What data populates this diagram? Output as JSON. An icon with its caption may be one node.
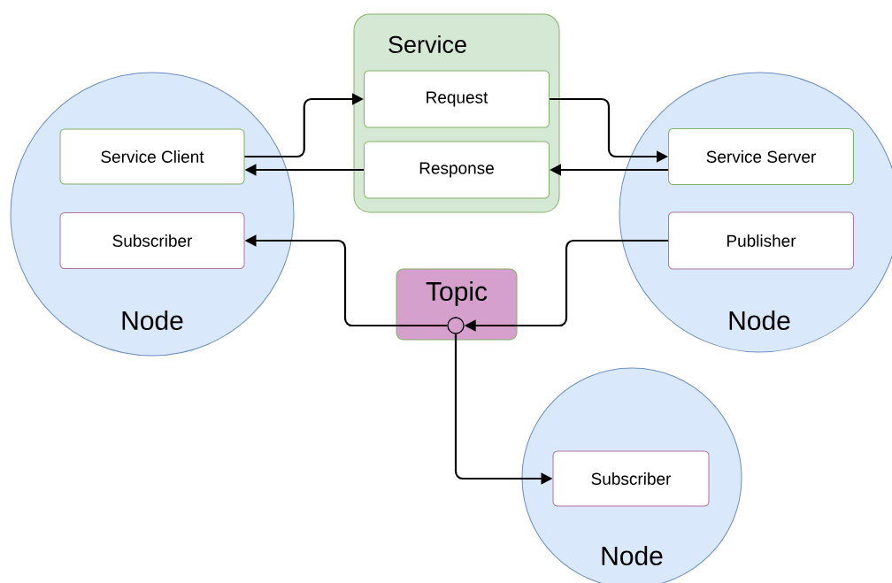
{
  "diagram": {
    "nodes": [
      {
        "text": [
          "Node"
        ]
      },
      {
        "text": [
          "Service Client"
        ],
        "in": 0
      },
      {
        "text": [
          "Subscriber"
        ],
        "in": 0
      },
      {
        "text": [
          "Service"
        ]
      },
      {
        "text": [
          "Request"
        ],
        "in": 3
      },
      {
        "text": [
          "Response"
        ],
        "in": 3
      },
      {
        "text": [
          "Node"
        ]
      },
      {
        "text": [
          "Service Server"
        ],
        "in": 6
      },
      {
        "text": [
          "Publisher"
        ],
        "in": 6
      },
      {
        "text": [
          "Topic"
        ]
      },
      {
        "text": [],
        "shape": "circle",
        "in": 9
      },
      {
        "text": [
          "Node"
        ]
      },
      {
        "text": [
          "Subscriber"
        ],
        "in": 11
      }
    ],
    "edges": [
      {
        "from": 1,
        "to": 4,
        "arrow": "to"
      },
      {
        "from": 4,
        "to": 7,
        "arrow": "to"
      },
      {
        "from": 7,
        "to": 5,
        "arrow": "to"
      },
      {
        "from": 5,
        "to": 1,
        "arrow": "to"
      },
      {
        "from": 8,
        "to": 10,
        "arrow": "to"
      },
      {
        "from": 10,
        "to": 2,
        "arrow": "to"
      },
      {
        "from": 10,
        "to": 12,
        "arrow": "to"
      }
    ]
  }
}
